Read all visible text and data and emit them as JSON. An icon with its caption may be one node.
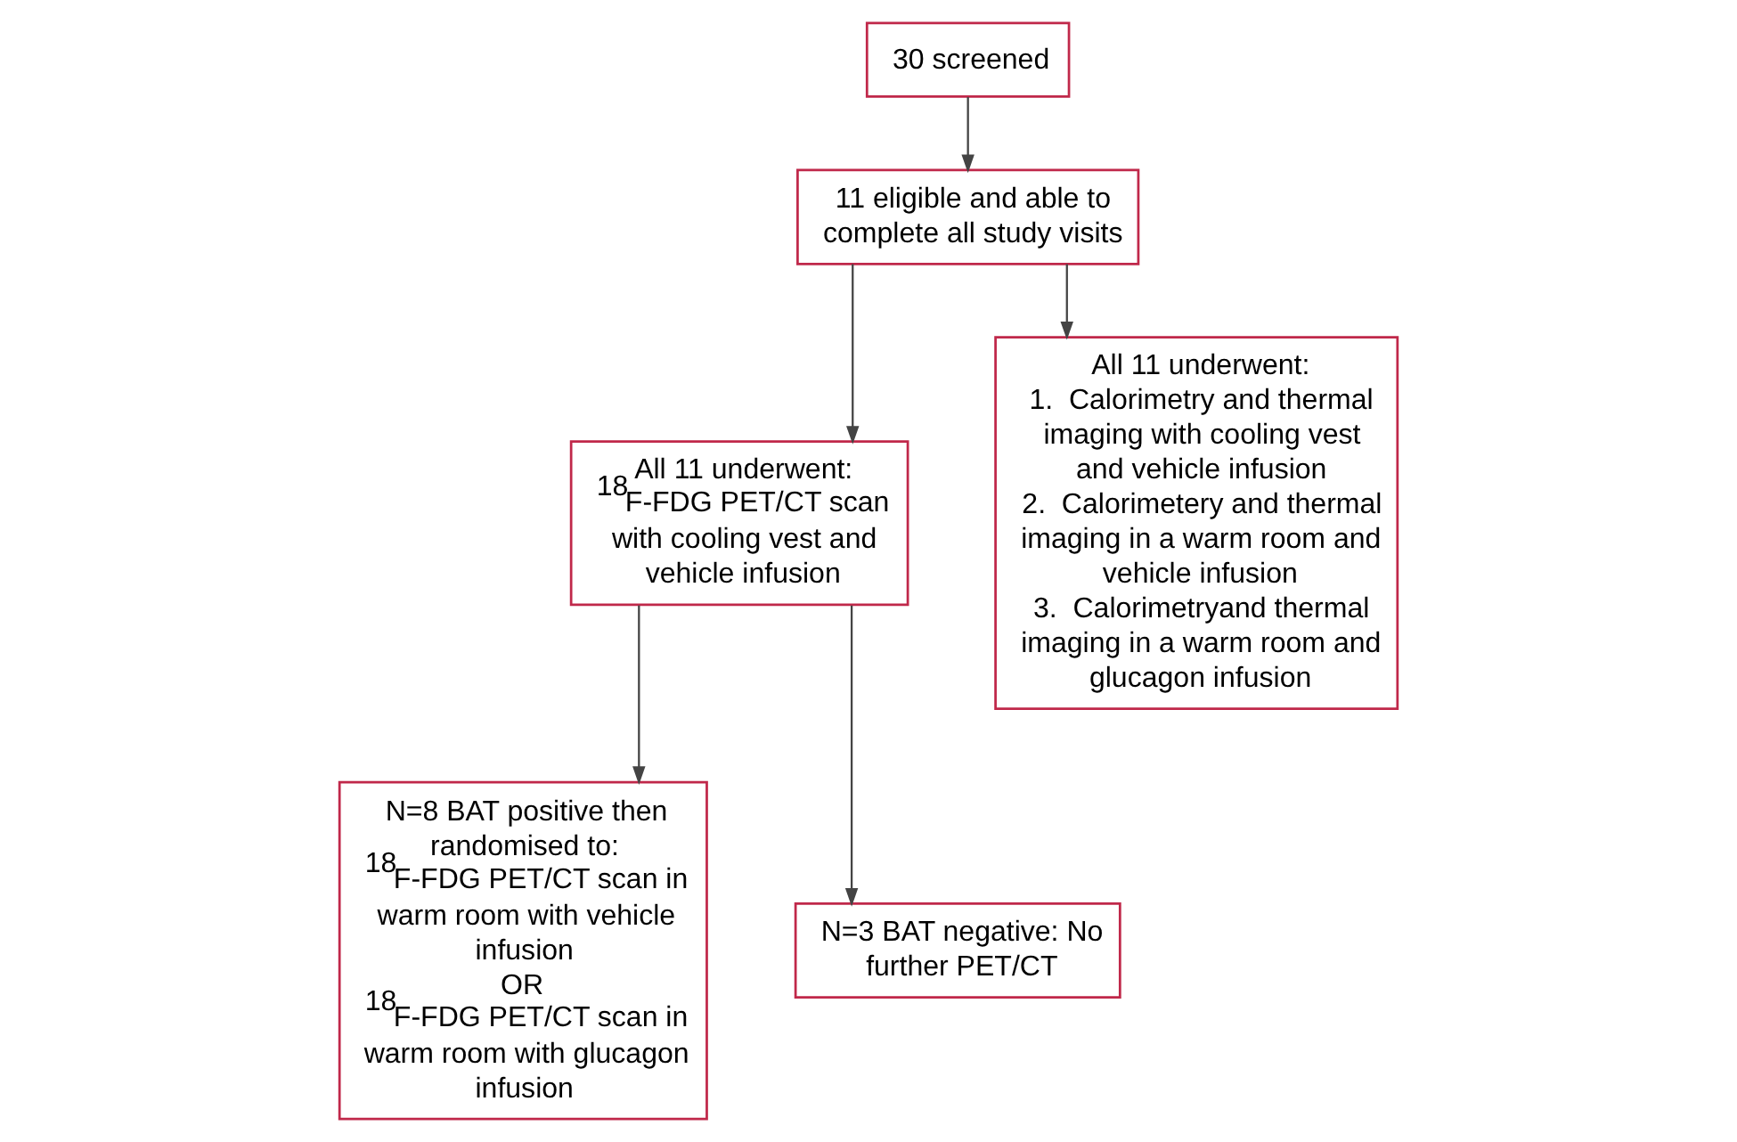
{
  "diagram": {
    "nodes": [
      {
        "text": [
          "30 screened"
        ]
      },
      {
        "text": [
          "11 eligible and able to complete all study visits"
        ]
      },
      {
        "text": [
          "All 11 underwent:",
          "$^{18}$F-FDG PET/CT scan with cooling vest and vehicle infusion"
        ]
      },
      {
        "text": [
          "All 11 underwent:",
          "1.  Calorimetry and thermal imaging with cooling vest and vehicle infusion",
          "2.  Calorimetery and thermal imaging in a warm room and vehicle infusion",
          "3.  Calorimetryand thermal imaging in a warm room and glucagon infusion"
        ]
      },
      {
        "text": [
          "N=8 BAT positive then randomised to:",
          "$^{18}$F-FDG PET/CT scan in warm room with vehicle infusion",
          "OR",
          "$^{18}$F-FDG PET/CT scan in warm room with glucagon infusion"
        ]
      },
      {
        "text": [
          "N=3 BAT negative: No further PET/CT"
        ]
      }
    ],
    "edges": [
      {
        "from": 0,
        "to": 1,
        "arrow": "to"
      },
      {
        "from": 1,
        "to": 2,
        "arrow": "to"
      },
      {
        "from": 1,
        "to": 3,
        "arrow": "to"
      },
      {
        "from": 2,
        "to": 4,
        "arrow": "to"
      },
      {
        "from": 2,
        "to": 5,
        "arrow": "to"
      }
    ]
  }
}
